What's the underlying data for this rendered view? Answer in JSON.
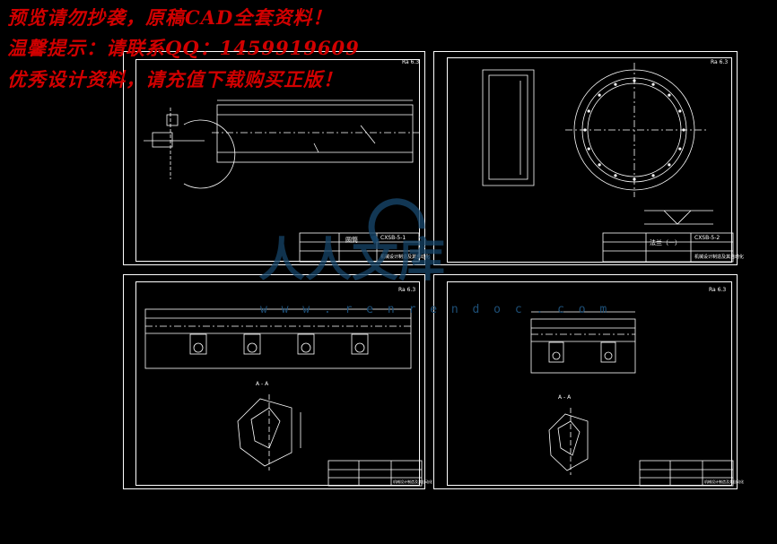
{
  "overlay": {
    "line1": "预览请勿抄袭，原稿CAD全套资料！",
    "line2": "温馨提示：请联系QQ：1459919609",
    "line3": "优秀设计资料，请充值下载购买正版！",
    "color": "#d10000"
  },
  "watermark": {
    "text": "人人文库",
    "url": "w w w . r e n r e n d o c . c o m",
    "color": "#164569"
  },
  "sheets": [
    {
      "roughness": "Ra 6.3",
      "title_label": "圆筒",
      "drawing_no": "CXSB-5-1",
      "title_bottom": "机械设计制造及其自动化",
      "section_label": ""
    },
    {
      "roughness": "Ra 6.3",
      "title_label": "法兰（一）",
      "drawing_no": "CXSB-5-2",
      "title_bottom": "机械设计制造及其自动化",
      "section_label": ""
    },
    {
      "roughness": "Ra 6.3",
      "title_label": "",
      "drawing_no": "",
      "title_bottom": "机械设计制造及其自动化",
      "section_label": "A - A"
    },
    {
      "roughness": "Ra 6.3",
      "title_label": "",
      "drawing_no": "",
      "title_bottom": "机械设计制造及其自动化",
      "section_label": "A - A"
    }
  ],
  "colors": {
    "lines": "#ffffff",
    "background": "#000000"
  }
}
